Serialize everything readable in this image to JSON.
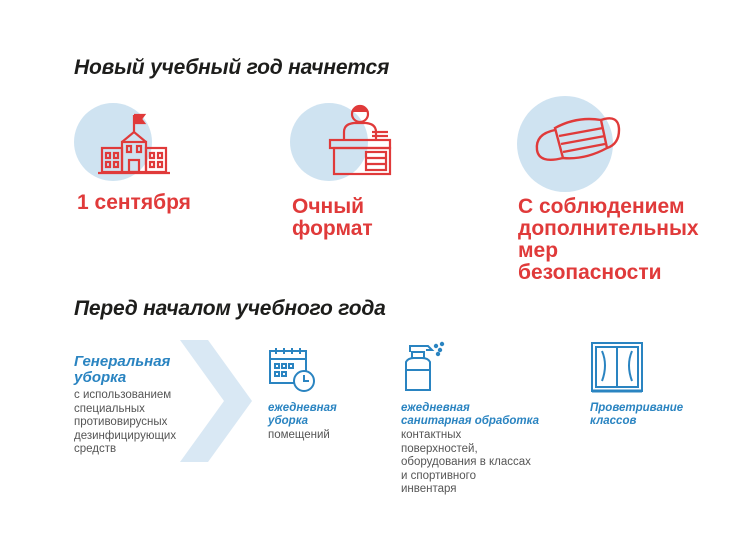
{
  "section1": {
    "title": "Новый учебный год начнется",
    "items": [
      {
        "icon": "school-building-icon",
        "lines": [
          "1 сентября"
        ]
      },
      {
        "icon": "teacher-desk-icon",
        "lines": [
          "Очный",
          "формат"
        ]
      },
      {
        "icon": "face-mask-icon",
        "lines": [
          "С соблюдением",
          "дополнительных",
          "мер",
          "безопасности"
        ]
      }
    ]
  },
  "section2": {
    "title": "Перед началом учебного года",
    "general": {
      "heading": [
        "Генеральная",
        "уборка"
      ],
      "text": [
        "с использованием",
        "специальных",
        "противовирусных",
        "дезинфицирующих",
        "средств"
      ]
    },
    "daily_cleaning": {
      "icon": "calendar-clock-icon",
      "heading": [
        "ежедневная",
        "уборка"
      ],
      "text": [
        "помещений"
      ]
    },
    "sanitizing": {
      "icon": "spray-bottle-icon",
      "heading": [
        "ежедневная",
        "санитарная обработка"
      ],
      "text": [
        "контактных",
        "поверхностей,",
        "оборудования в классах",
        "и спортивного",
        "инвентаря"
      ]
    },
    "ventilation": {
      "icon": "window-icon",
      "heading": [
        "Проветривание",
        "классов"
      ]
    }
  },
  "colors": {
    "red": "#e03a3a",
    "blue": "#2a84c1",
    "light_blue": "#cfe3f1"
  }
}
